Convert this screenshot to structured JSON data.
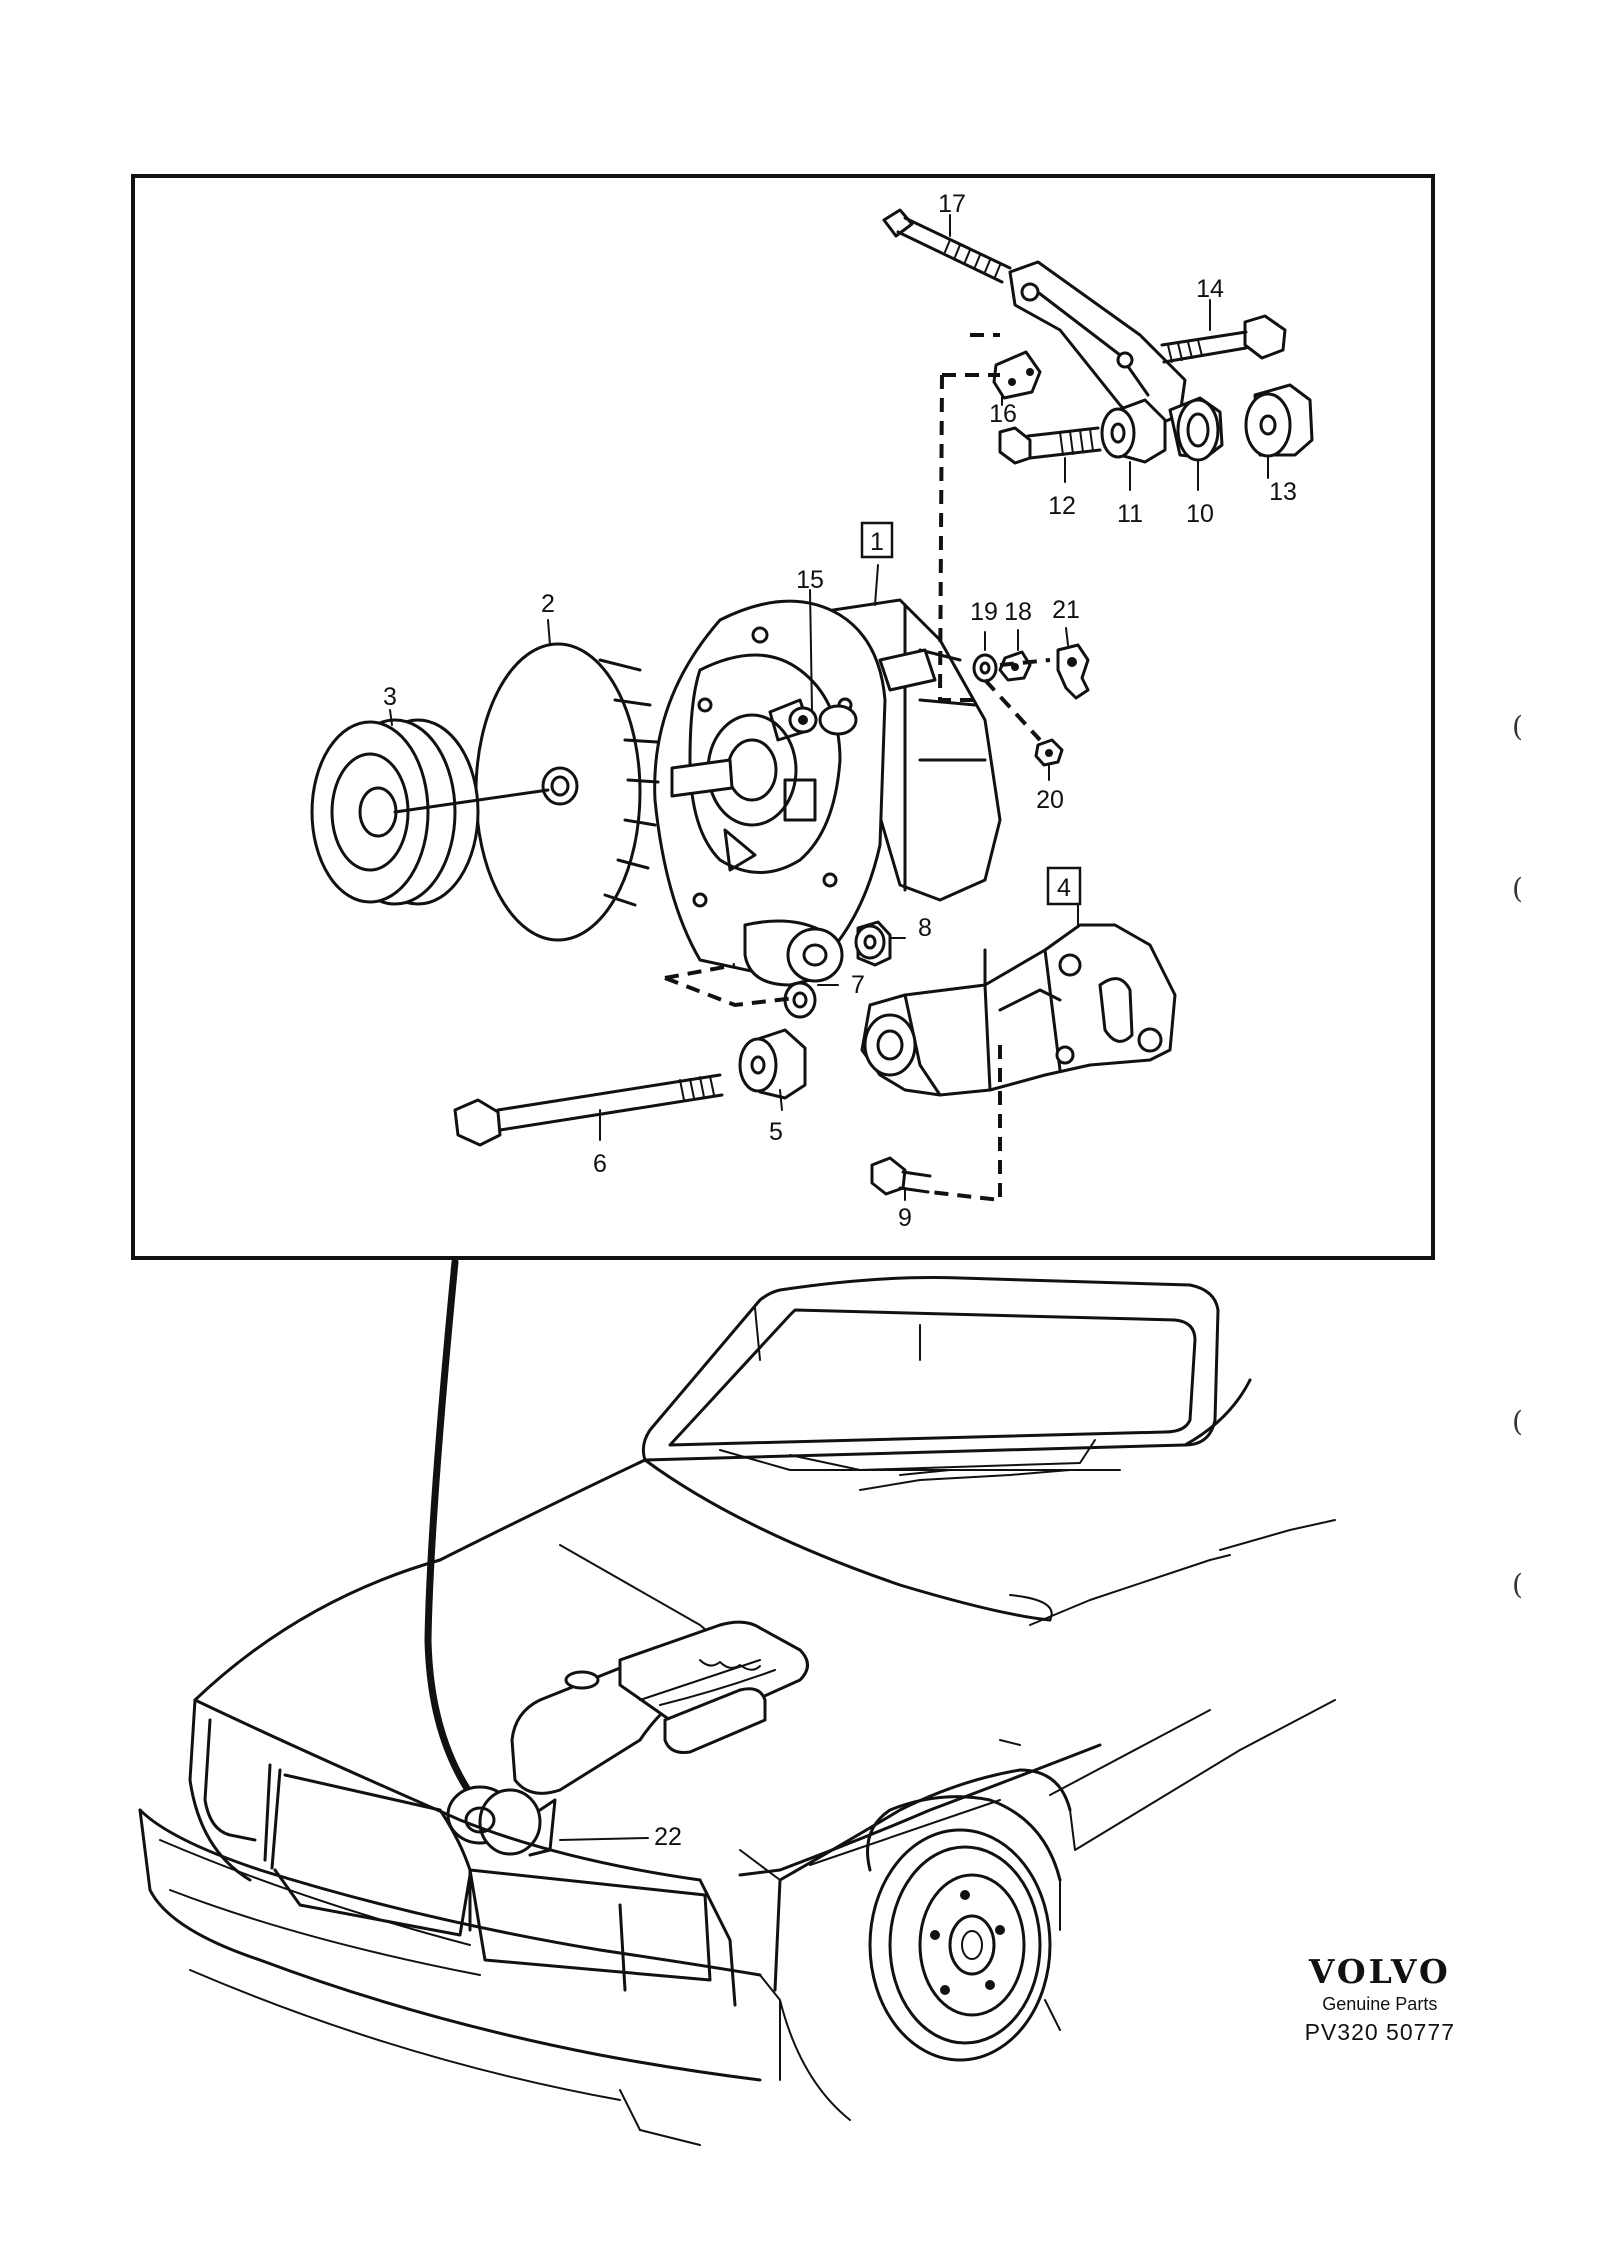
{
  "callouts": {
    "c1": "1",
    "c2": "2",
    "c3": "3",
    "c4": "4",
    "c5": "5",
    "c6": "6",
    "c7": "7",
    "c8": "8",
    "c9": "9",
    "c10": "10",
    "c11": "11",
    "c12": "12",
    "c13": "13",
    "c14": "14",
    "c15": "15",
    "c16": "16",
    "c17": "17",
    "c18": "18",
    "c19": "19",
    "c20": "20",
    "c21": "21",
    "c22": "22"
  },
  "brand": {
    "logo": "VOLVO",
    "subtitle": "Genuine Parts",
    "reference": "PV320 50777"
  },
  "margin_marks": [
    "(",
    "(",
    "(",
    "("
  ]
}
